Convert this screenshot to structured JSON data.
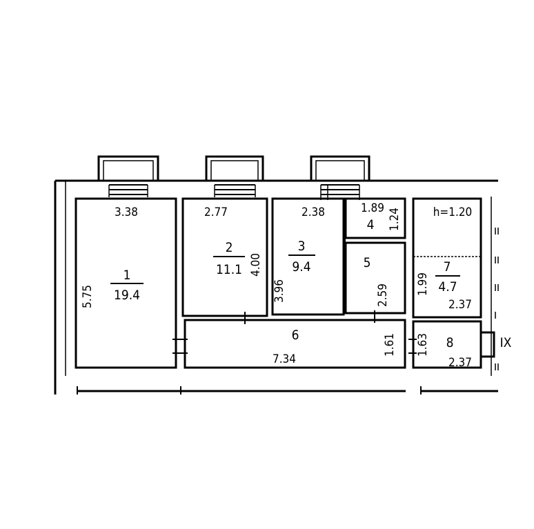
{
  "rooms": [
    {
      "number": "1",
      "area": "19.4",
      "width": "3.38",
      "depth": "5.75"
    },
    {
      "number": "2",
      "area": "11.1",
      "width": "2.77",
      "depth": "4.00"
    },
    {
      "number": "3",
      "area": "9.4",
      "width": "2.38",
      "depth": "3.96"
    },
    {
      "number": "4",
      "width": "1.89",
      "depth": "1.24"
    },
    {
      "number": "5",
      "depth": "2.59"
    },
    {
      "number": "6",
      "width": "7.34",
      "depth": "1.61"
    },
    {
      "number": "7",
      "area": "4.7",
      "width": "2.37",
      "depth": "1.99",
      "ceiling": "h=1.20"
    },
    {
      "number": "8",
      "width": "2.37",
      "depth": "1.63"
    }
  ],
  "axis_label": "IX"
}
